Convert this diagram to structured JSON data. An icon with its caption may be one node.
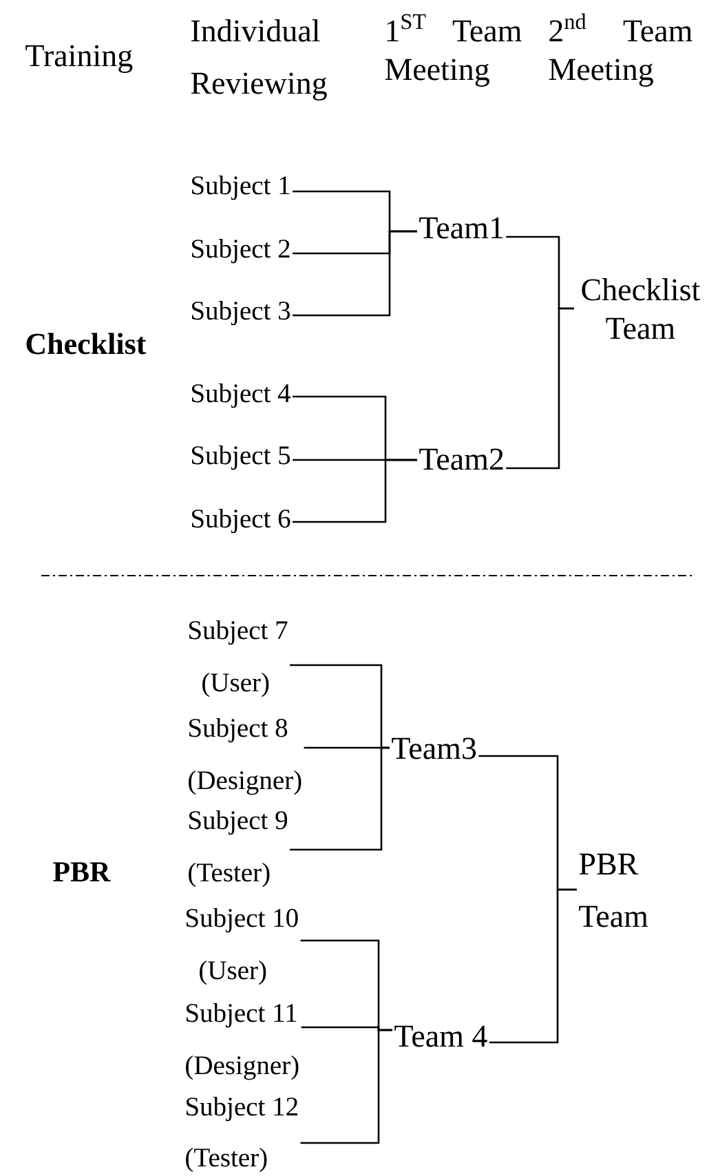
{
  "diagram": {
    "nodes": [
      {
        "text": [
          "Subject 1"
        ]
      },
      {
        "text": [
          "Subject 2"
        ]
      },
      {
        "text": [
          "Subject 3"
        ]
      },
      {
        "text": [
          "Subject 4"
        ]
      },
      {
        "text": [
          "Subject 5"
        ]
      },
      {
        "text": [
          "Subject 6"
        ]
      },
      {
        "text": [
          "Team1"
        ]
      },
      {
        "text": [
          "Team2"
        ]
      },
      {
        "text": [
          "Checklist Team"
        ]
      },
      {
        "text": [
          "Subject 7",
          "(User)"
        ]
      },
      {
        "text": [
          "Subject 8",
          "(Designer)"
        ]
      },
      {
        "text": [
          "Subject 9",
          "(Tester)"
        ]
      },
      {
        "text": [
          "Subject 10",
          "(User)"
        ]
      },
      {
        "text": [
          "Subject 11",
          "(Designer)"
        ]
      },
      {
        "text": [
          "Subject 12",
          "(Tester)"
        ]
      },
      {
        "text": [
          "Team3"
        ]
      },
      {
        "text": [
          "Team 4"
        ]
      },
      {
        "text": [
          "PBR Team"
        ]
      }
    ],
    "edges": [
      {
        "from": 0,
        "to": 6,
        "arrow": "none"
      },
      {
        "from": 1,
        "to": 6,
        "arrow": "none"
      },
      {
        "from": 2,
        "to": 6,
        "arrow": "none"
      },
      {
        "from": 3,
        "to": 7,
        "arrow": "none"
      },
      {
        "from": 4,
        "to": 7,
        "arrow": "none"
      },
      {
        "from": 5,
        "to": 7,
        "arrow": "none"
      },
      {
        "from": 6,
        "to": 8,
        "arrow": "none"
      },
      {
        "from": 7,
        "to": 8,
        "arrow": "none"
      },
      {
        "from": 9,
        "to": 15,
        "arrow": "none"
      },
      {
        "from": 10,
        "to": 15,
        "arrow": "none"
      },
      {
        "from": 11,
        "to": 15,
        "arrow": "none"
      },
      {
        "from": 12,
        "to": 16,
        "arrow": "none"
      },
      {
        "from": 13,
        "to": 16,
        "arrow": "none"
      },
      {
        "from": 14,
        "to": 16,
        "arrow": "none"
      },
      {
        "from": 15,
        "to": 17,
        "arrow": "none"
      },
      {
        "from": 16,
        "to": 17,
        "arrow": "none"
      }
    ],
    "labels": [
      "Training",
      "Individual Reviewing",
      "1$^{ST}$ Team Meeting",
      "2$^{nd}$ Team Meeting",
      "Checklist",
      "PBR"
    ]
  }
}
